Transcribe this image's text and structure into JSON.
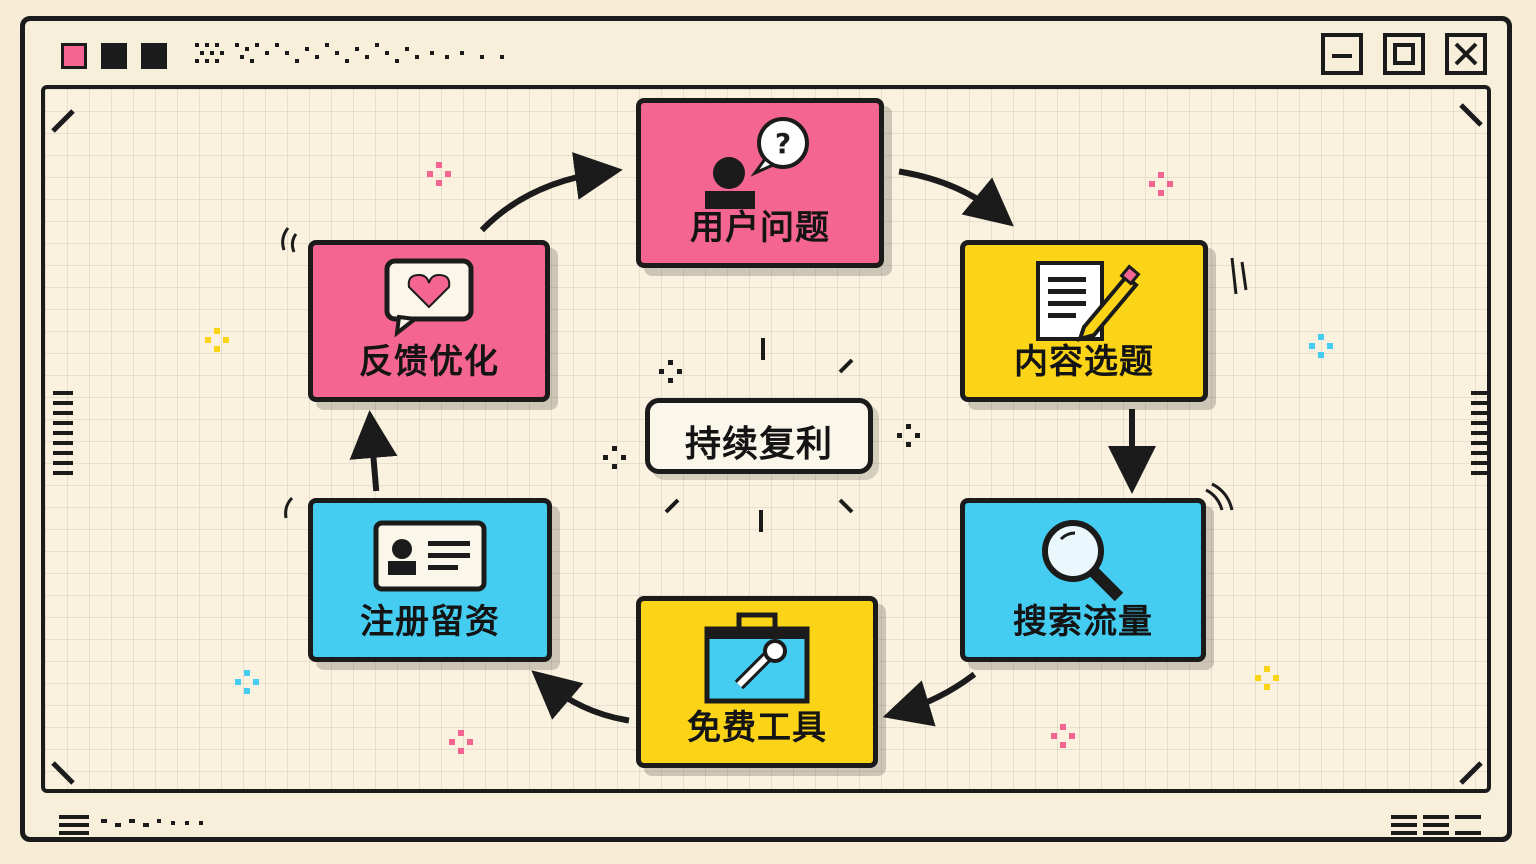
{
  "window": {
    "title_dots": [
      {
        "color": "#f46591"
      },
      {
        "color": "#1b1b1b"
      },
      {
        "color": "#1b1b1b"
      }
    ],
    "controls": [
      "minimize-icon",
      "maximize-icon",
      "close-icon"
    ]
  },
  "diagram": {
    "center": {
      "label": "持续复利"
    },
    "nodes": [
      {
        "id": "user-question",
        "label": "用户问题",
        "color": "#f46591",
        "icon": "user-question-icon"
      },
      {
        "id": "content-topic",
        "label": "内容选题",
        "color": "#fcd417",
        "icon": "document-pencil-icon"
      },
      {
        "id": "search-traffic",
        "label": "搜索流量",
        "color": "#45cdf1",
        "icon": "magnifier-icon"
      },
      {
        "id": "free-tools",
        "label": "免费工具",
        "color": "#fcd417",
        "icon": "toolbox-wrench-icon"
      },
      {
        "id": "signup-leads",
        "label": "注册留资",
        "color": "#45cdf1",
        "icon": "id-card-icon"
      },
      {
        "id": "feedback-optimize",
        "label": "反馈优化",
        "color": "#f46591",
        "icon": "heart-message-icon"
      }
    ],
    "edges": [
      {
        "from": "user-question",
        "to": "content-topic"
      },
      {
        "from": "content-topic",
        "to": "search-traffic"
      },
      {
        "from": "search-traffic",
        "to": "free-tools"
      },
      {
        "from": "free-tools",
        "to": "signup-leads"
      },
      {
        "from": "signup-leads",
        "to": "feedback-optimize"
      },
      {
        "from": "feedback-optimize",
        "to": "user-question"
      }
    ]
  }
}
